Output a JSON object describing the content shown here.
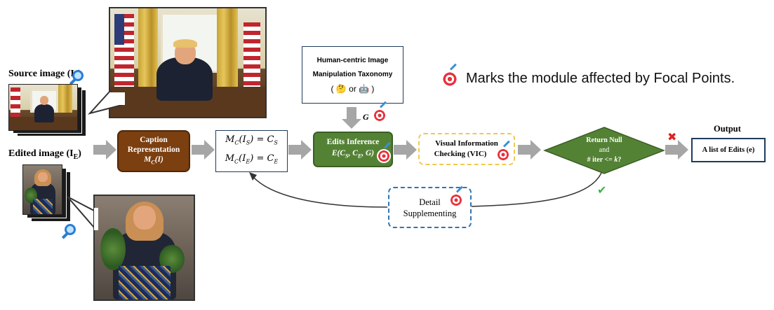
{
  "source_label": "Source image (I",
  "source_sub": "S",
  "edited_label": "Edited image (I",
  "edited_sub": "E",
  "caption_box": {
    "line1": "Caption",
    "line2": "Representation",
    "line3": "M",
    "line3_sub": "C",
    "line3_tail": "(I)"
  },
  "caption_outputs": {
    "row1": "M",
    "row1_sub": "C",
    "row1_arg": "(I",
    "row1_arg_sub": "S",
    "row1_eq": ") = C",
    "row1_eq_sub": "S",
    "row2": "M",
    "row2_sub": "C",
    "row2_arg": "(I",
    "row2_arg_sub": "E",
    "row2_eq": ") = C",
    "row2_eq_sub": "E"
  },
  "taxonomy": {
    "line1": "Human-centric Image",
    "line2": "Manipulation Taxonomy",
    "line3": "( 🤔 or 🤖 )"
  },
  "g_label": "G",
  "edits_inference": {
    "title": "Edits Inference",
    "formula_prefix": "E(C",
    "s": "S",
    "mid": ", C",
    "e": "E",
    "tail": ", G)"
  },
  "vic": {
    "line1": "Visual Information",
    "line2": "Checking (VIC)"
  },
  "decision": {
    "line1": "Return Null",
    "line2": "and",
    "line3": "# iter <= ",
    "k": "k",
    "q": "?"
  },
  "output": {
    "header": "Output",
    "box": "A list of Edits (e)"
  },
  "detail": {
    "line1": "Detail",
    "line2": "Supplementing"
  },
  "legend": "Marks the module affected by Focal Points.",
  "symbols": {
    "cross": "✖",
    "check": "✔"
  },
  "colors": {
    "caption_fill": "#7b3f10",
    "edits_fill": "#548235",
    "decision_fill": "#548235",
    "vic_border": "#f2c94c",
    "detail_border": "#2e75b6",
    "arrow": "#a6a6a6"
  },
  "icons": [
    "target-icon",
    "magnifier-icon",
    "cross-icon",
    "check-icon"
  ]
}
